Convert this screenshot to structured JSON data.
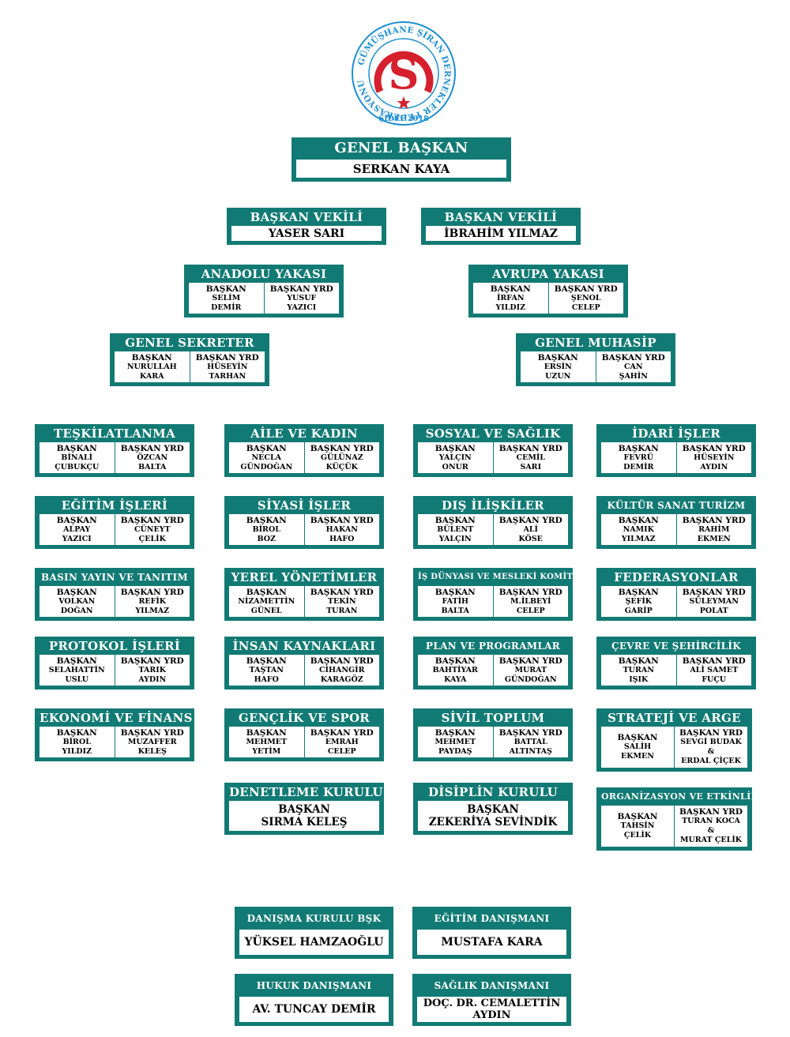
{
  "logo": {
    "ring_text": "GÜMÜŞHANE ŞİRAN DERNEKLER FEDERASYONU",
    "letter": "S",
    "bottom_text": "ŞİDEF 2018",
    "colors": {
      "ring": "#1e8fd0",
      "letter": "#d6202e"
    }
  },
  "genel_baskan": {
    "title": "GENEL BAŞKAN",
    "name": "SERKAN KAYA"
  },
  "vekil1": {
    "title": "BAŞKAN VEKİLİ",
    "name": "YASER SARI"
  },
  "vekil2": {
    "title": "BAŞKAN VEKİLİ",
    "name": "İBRAHİM YILMAZ"
  },
  "labels": {
    "baskan": "BAŞKAN",
    "baskan_yrd": "BAŞKAN YRD",
    "amp": "&"
  },
  "anadolu": {
    "title": "ANADOLU YAKASI",
    "b1": "SELİM",
    "b2": "DEMİR",
    "y1": "YUSUF",
    "y2": "YAZICI"
  },
  "avrupa": {
    "title": "AVRUPA YAKASI",
    "b1": "İRFAN",
    "b2": "YILDIZ",
    "y1": "ŞENOL",
    "y2": "CELEP"
  },
  "sekreter": {
    "title": "GENEL SEKRETER",
    "b1": "NURULLAH",
    "b2": "KARA",
    "y1": "HÜSEYİN",
    "y2": "TARHAN"
  },
  "muhasip": {
    "title": "GENEL MUHASİP",
    "b1": "ERSİN",
    "b2": "UZUN",
    "y1": "CAN",
    "y2": "ŞAHİN"
  },
  "c1": [
    {
      "title": "TEŞKİLATLANMA",
      "b1": "BİNALİ",
      "b2": "ÇUBUKÇU",
      "y1": "ÖZCAN",
      "y2": "BALTA"
    },
    {
      "title": "EĞİTİM İŞLERİ",
      "b1": "ALPAY",
      "b2": "YAZICI",
      "y1": "CÜNEYT",
      "y2": "ÇELİK"
    },
    {
      "title": "BASIN YAYIN VE TANITIM",
      "b1": "VOLKAN",
      "b2": "DOĞAN",
      "y1": "REFİK",
      "y2": "YILMAZ"
    },
    {
      "title": "PROTOKOL İŞLERİ",
      "b1": "SELAHATTİN",
      "b2": "USLU",
      "y1": "TARIK",
      "y2": "AYDIN"
    },
    {
      "title": "EKONOMİ VE FİNANS",
      "b1": "BİROL",
      "b2": "YILDIZ",
      "y1": "MUZAFFER",
      "y2": "KELEŞ"
    }
  ],
  "c2": [
    {
      "title": "AİLE VE KADIN",
      "b1": "NECLA",
      "b2": "GÜNDOĞAN",
      "y1": "GÜLÜNAZ",
      "y2": "KÜÇÜK"
    },
    {
      "title": "SİYASİ İŞLER",
      "b1": "BİROL",
      "b2": "BOZ",
      "y1": "HAKAN",
      "y2": "HAFO"
    },
    {
      "title": "YEREL YÖNETİMLER",
      "b1": "NİZAMETTİN",
      "b2": "GÜNEL",
      "y1": "TEKİN",
      "y2": "TURAN"
    },
    {
      "title": "İNSAN KAYNAKLARI",
      "b1": "TAŞTAN",
      "b2": "HAFO",
      "y1": "CİHANGİR",
      "y2": "KARAGÖZ"
    },
    {
      "title": "GENÇLİK VE SPOR",
      "b1": "MEHMET",
      "b2": "YETİM",
      "y1": "EMRAH",
      "y2": "CELEP"
    }
  ],
  "c3": [
    {
      "title": "SOSYAL VE SAĞLIK",
      "b1": "YALÇIN",
      "b2": "ONUR",
      "y1": "CEMİL",
      "y2": "SARI"
    },
    {
      "title": "DIŞ İLİŞKİLER",
      "b1": "BÜLENT",
      "b2": "YALÇIN",
      "y1": "ALİ",
      "y2": "KÖSE"
    },
    {
      "title": "İŞ DÜNYASI VE MESLEKİ KOMİTE",
      "b1": "FATİH",
      "b2": "BALTA",
      "y1": "M.İLBEYİ",
      "y2": "CELEP"
    },
    {
      "title": "PLAN VE PROGRAMLAR",
      "b1": "BAHTİYAR",
      "b2": "KAYA",
      "y1": "MURAT",
      "y2": "GÜNDOĞAN"
    },
    {
      "title": "SİVİL TOPLUM",
      "b1": "MEHMET",
      "b2": "PAYDAŞ",
      "y1": "BATTAL",
      "y2": "ALTINTAŞ"
    }
  ],
  "c4": [
    {
      "title": "İDARİ İŞLER",
      "b1": "FEVRÜ",
      "b2": "DEMİR",
      "y1": "HÜSEYİN",
      "y2": "AYDIN"
    },
    {
      "title": "KÜLTÜR SANAT TURİZM",
      "b1": "NAMIK",
      "b2": "YILMAZ",
      "y1": "RAHİM",
      "y2": "EKMEN"
    },
    {
      "title": "FEDERASYONLAR",
      "b1": "ŞEFİK",
      "b2": "GARİP",
      "y1": "SÜLEYMAN",
      "y2": "POLAT"
    },
    {
      "title": "ÇEVRE VE ŞEHİRCİLİK",
      "b1": "TURAN",
      "b2": "IŞIK",
      "y1": "ALİ SAMET",
      "y2": "FUÇU"
    }
  ],
  "strateji": {
    "title": "STRATEJİ VE ARGE",
    "b1": "SALİH",
    "b2": "EKMEN",
    "y1": "SEVGİ BUDAK",
    "y2": "ERDAL ÇİÇEK"
  },
  "organizasyon": {
    "title": "ORGANİZASYON VE ETKİNLİK",
    "b1": "TAHSİN",
    "b2": "ÇELİK",
    "y1": "TURAN KOCA",
    "y2": "MURAT ÇELİK"
  },
  "denetleme": {
    "title": "DENETLEME KURULU",
    "l1": "BAŞKAN",
    "l2": "SIRMA KELEŞ"
  },
  "disiplin": {
    "title": "DİSİPLİN KURULU",
    "l1": "BAŞKAN",
    "l2": "ZEKERİYA SEVİNDİK"
  },
  "danisma": {
    "title": "DANIŞMA KURULU BŞK",
    "name": "YÜKSEL HAMZAOĞLU"
  },
  "egitim_dan": {
    "title": "EĞİTİM DANIŞMANI",
    "name": "MUSTAFA KARA"
  },
  "hukuk": {
    "title": "HUKUK DANIŞMANI",
    "name": "AV. TUNCAY DEMİR"
  },
  "saglik": {
    "title": "SAĞLIK DANIŞMANI",
    "l1": "DOÇ. DR. CEMALETTİN",
    "l2": "AYDIN"
  }
}
